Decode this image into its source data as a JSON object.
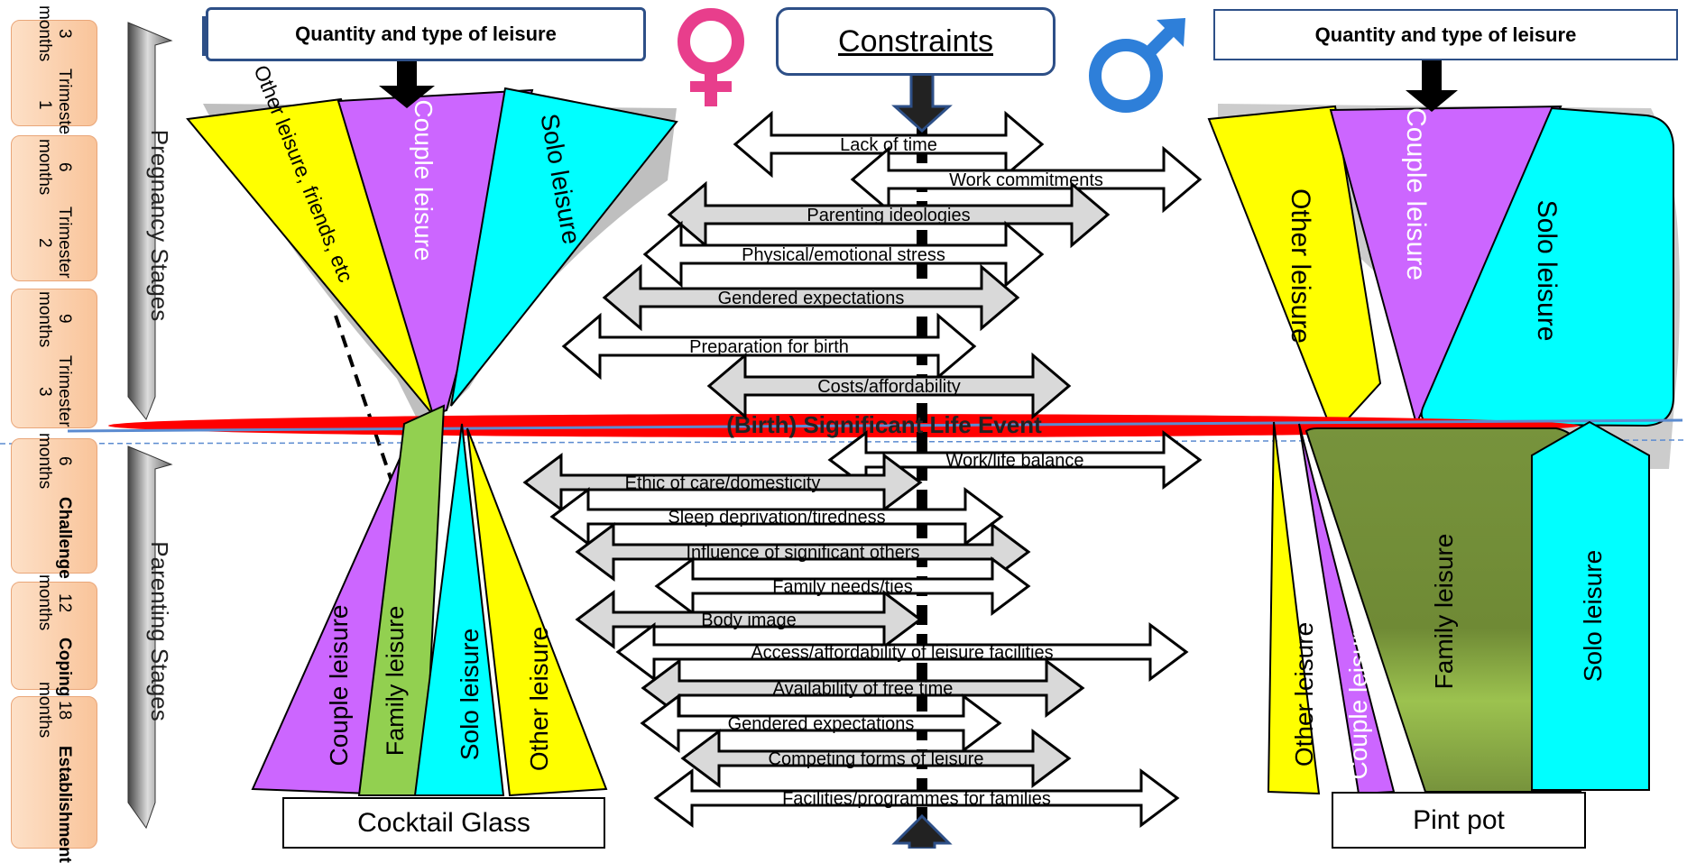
{
  "female_header": "Quantity and type of leisure",
  "male_header": "Quantity and type of leisure",
  "constraints_title": "Constraints",
  "birth_label": "(Birth)   Significant Life Event",
  "pregnancy_stages_label": "Pregnancy Stages",
  "parenting_stages_label": "Parenting Stages",
  "stages": [
    {
      "label": "Trimester 1\n3 months"
    },
    {
      "label": "Trimester 2\n6 months"
    },
    {
      "label": "Trimester 3\n9 months"
    },
    {
      "label": "Challenge\n6 months"
    },
    {
      "label": "Coping\n12 months"
    },
    {
      "label": "Establishment\n18 months"
    }
  ],
  "female_top": [
    "Other  leisure, friends, etc",
    "Couple leisure",
    "Solo leisure"
  ],
  "female_bottom": [
    "Couple leisure",
    "Family leisure",
    "Solo leisure",
    "Other leisure"
  ],
  "male_top": [
    "Other leisure",
    "Couple leisure",
    "Solo leisure"
  ],
  "male_bottom": [
    "Other leisure",
    "Couple leisure",
    "Family leisure",
    "Solo leisure"
  ],
  "cocktail_label": "Cocktail Glass",
  "pint_label": "Pint pot",
  "pre_birth_constraints": [
    "Lack of time",
    "Work commitments",
    "Parenting ideologies",
    "Physical/emotional stress",
    "Gendered expectations",
    "Preparation for birth",
    "Costs/affordability"
  ],
  "post_birth_constraints": [
    "Work/life balance",
    "Ethic of care/domesticity",
    "Sleep deprivation/tiredness",
    "Influence of significant others",
    "Family needs/ties",
    "Body image",
    "Access/affordability of leisure facilities",
    "Availability of free time",
    "Gendered expectations",
    "Competing forms of leisure",
    "Facilities/programmes for families"
  ],
  "colors": {
    "yellow": "#ffff00",
    "purple": "#cc66ff",
    "cyan": "#00ffff",
    "green": "#92d050",
    "olive": "#77933c",
    "red": "#ff0000",
    "grey_arrow": "#d9d9d9",
    "female_symbol": "#e83e8c",
    "male_symbol": "#2e7fd9"
  },
  "icons": [
    "female-symbol-icon",
    "male-symbol-icon"
  ]
}
